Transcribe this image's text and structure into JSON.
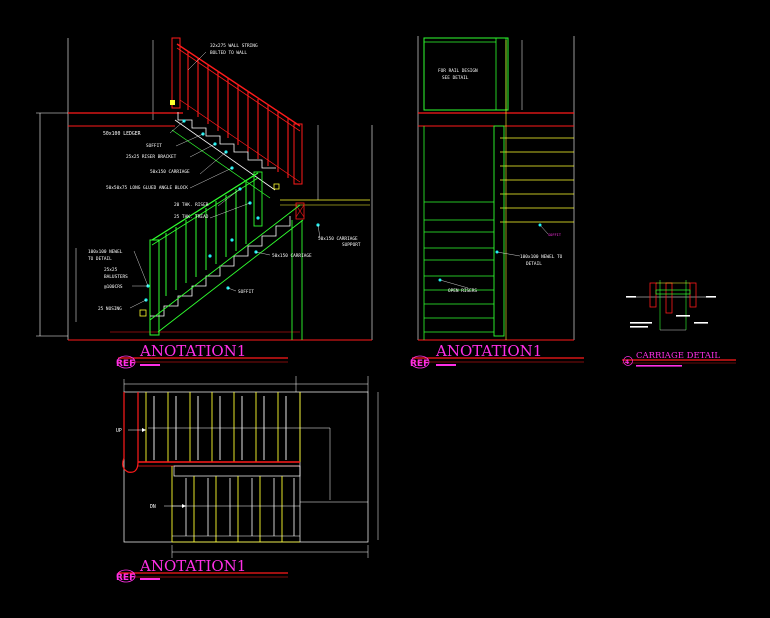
{
  "colors": {
    "background": "#000000",
    "red": "#ff1a1a",
    "yellow": "#ffff2e",
    "green": "#2fff2f",
    "white": "#ffffff",
    "magenta": "#ff2fe6",
    "cyan": "#21f2f2"
  },
  "side_elevation": {
    "title": "ANOTATION1",
    "ref": "REF",
    "notes": {
      "wall_string": "32x275 WALL STRING",
      "wall_string_2": "BOLTED TO WALL",
      "ledger": "50x100 LEDGER",
      "soffit_top": "SOFFIT",
      "riser_bracket": "25x25 RISER BRACKET",
      "carriage": "50x150 CARRIAGE",
      "angle_block": "50x50x75 LONG GLUED ANGLE BLOCK",
      "riser_thk": "20 THK. RISER",
      "tread_thk": "25 THK. TREAD",
      "newel": "100x100 NEWEL",
      "newel_2": "TO DETAIL",
      "balusters_1": "25x25",
      "balusters_2": "BALUSTERS",
      "balusters_3": "@100CRS",
      "nosing": "25 NOSING",
      "carriage_support": "50x150 CARRIAGE",
      "carriage_support_2": "SUPPORT",
      "carriage_low": "50x150 CARRIAGE",
      "soffit_low": "SOFFIT"
    }
  },
  "front_elevation": {
    "title": "ANOTATION1",
    "ref": "REF",
    "notes": {
      "rail_design_1": "FOR RAIL DESIGN",
      "rail_design_2": "SEE DETAIL",
      "soffit": "SOFFIT",
      "newel_1": "100x100 NEWEL TO",
      "newel_2": "DETAIL",
      "open_risers": "OPEN RISERS"
    }
  },
  "carriage_detail": {
    "title": "CARRIAGE DETAIL",
    "marker": "4"
  },
  "plan": {
    "title": "ANOTATION1",
    "ref": "REF",
    "up_label": "UP",
    "dn_label": "DN"
  }
}
